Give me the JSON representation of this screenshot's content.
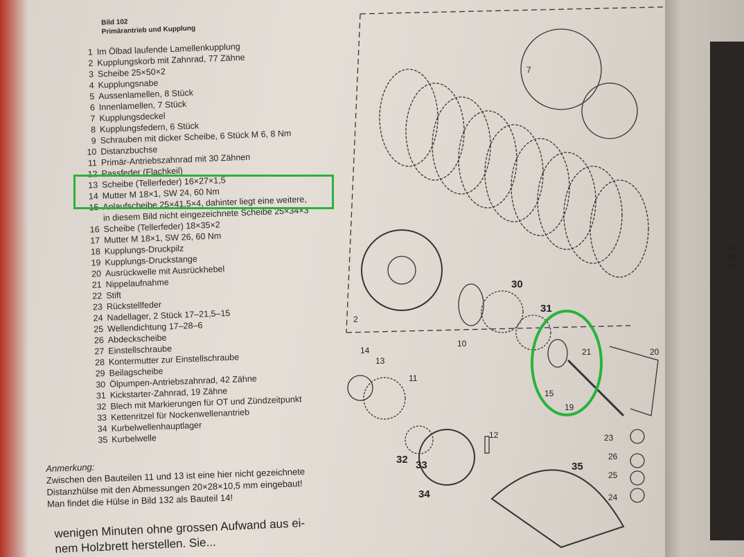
{
  "figure": {
    "number": "Bild 102",
    "title": "Primärantrieb und Kupplung"
  },
  "parts": [
    {
      "n": "1",
      "t": "Im Ölbad laufende Lamellenkupplung"
    },
    {
      "n": "2",
      "t": "Kupplungskorb mit Zahnrad, 77 Zähne"
    },
    {
      "n": "3",
      "t": "Scheibe 25×50×2"
    },
    {
      "n": "4",
      "t": "Kupplungsnabe"
    },
    {
      "n": "5",
      "t": "Aussenlamellen, 8 Stück"
    },
    {
      "n": "6",
      "t": "Innenlamellen, 7 Stück"
    },
    {
      "n": "7",
      "t": "Kupplungsdeckel"
    },
    {
      "n": "8",
      "t": "Kupplungsfedern, 6 Stück"
    },
    {
      "n": "9",
      "t": "Schrauben mit dicker Scheibe, 6 Stück M 6, 8 Nm"
    },
    {
      "n": "10",
      "t": "Distanzbuchse"
    },
    {
      "n": "11",
      "t": "Primär-Antriebszahnrad mit 30 Zähnen"
    },
    {
      "n": "12",
      "t": "Passfeder (Flachkeil)"
    },
    {
      "n": "13",
      "t": "Scheibe (Tellerfeder) 16×27×1,5"
    },
    {
      "n": "14",
      "t": "Mutter M 18×1, SW 24, 60 Nm"
    },
    {
      "n": "15",
      "t": "Anlaufscheibe 25×41,5×4, dahinter liegt eine weitere,",
      "t2": "in diesem Bild nicht eingezeichnete Scheibe 25×34×3"
    },
    {
      "n": "16",
      "t": "Scheibe (Tellerfeder) 18×35×2"
    },
    {
      "n": "17",
      "t": "Mutter M 18×1, SW 26, 60 Nm"
    },
    {
      "n": "18",
      "t": "Kupplungs-Druckpilz"
    },
    {
      "n": "19",
      "t": "Kupplungs-Druckstange"
    },
    {
      "n": "20",
      "t": "Ausrückwelle mit Ausrückhebel"
    },
    {
      "n": "21",
      "t": "Nippelaufnahme"
    },
    {
      "n": "22",
      "t": "Stift"
    },
    {
      "n": "23",
      "t": "Rückstellfeder"
    },
    {
      "n": "24",
      "t": "Nadellager, 2 Stück 17–21,5–15"
    },
    {
      "n": "25",
      "t": "Wellendichtung 17–28–6"
    },
    {
      "n": "26",
      "t": "Abdeckscheibe"
    },
    {
      "n": "27",
      "t": "Einstellschraube"
    },
    {
      "n": "28",
      "t": "Kontermutter zur Einstellschraube"
    },
    {
      "n": "29",
      "t": "Beilagscheibe"
    },
    {
      "n": "30",
      "t": "Ölpumpen-Antriebszahnrad, 42 Zähne"
    },
    {
      "n": "31",
      "t": "Kickstarter-Zahnrad, 19 Zähne"
    },
    {
      "n": "32",
      "t": "Blech mit Markierungen für OT und Zündzeitpunkt"
    },
    {
      "n": "33",
      "t": "Kettenritzel für Nockenwellenantrieb"
    },
    {
      "n": "34",
      "t": "Kurbelwellenhauptlager"
    },
    {
      "n": "35",
      "t": "Kurbelwelle"
    }
  ],
  "note": {
    "title": "Anmerkung:",
    "lines": [
      "Zwischen den Bauteilen 11 und 13 ist eine hier nicht gezeichnete",
      "Distanzhülse mit den Abmessungen 20×28×10,5 mm eingebaut!",
      "Man findet die Hülse in Bild 132 als Bauteil 14!"
    ]
  },
  "body_text": [
    "wenigen Minuten ohne grossen Aufwand aus ei-",
    "nem Holzbrett herstellen. Sie..."
  ],
  "diagram_labels": [
    "7",
    "30",
    "31",
    "2",
    "10",
    "14",
    "13",
    "11",
    "21",
    "15",
    "19",
    "12",
    "32",
    "33",
    "34",
    "35",
    "23",
    "26",
    "25",
    "24",
    "20"
  ],
  "right_page": [
    "Bild",
    "We",
    "Bru"
  ],
  "colors": {
    "highlight": "#27b33a",
    "paper": "#e0d9d2",
    "ink": "#2a2624"
  }
}
